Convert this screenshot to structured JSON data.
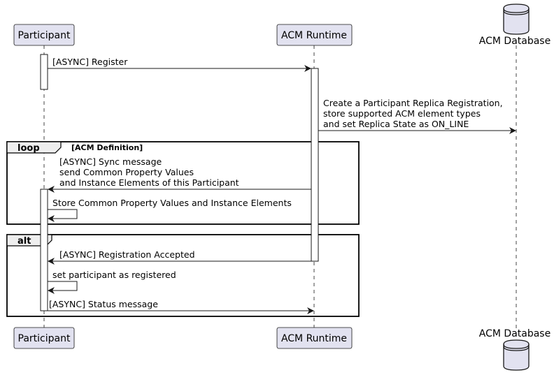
{
  "participants": {
    "participant": "Participant",
    "runtime": "ACM Runtime",
    "database": "ACM Database"
  },
  "messages": {
    "register": "[ASYNC] Register",
    "create_replica": [
      "Create a Participant Replica Registration,",
      " store supported ACM element types",
      " and set Replica State as ON_LINE"
    ],
    "sync": [
      "[ASYNC] Sync message",
      " send Common Property Values",
      " and Instance Elements of this Participant"
    ],
    "store": "Store Common Property Values and Instance Elements",
    "accepted": "[ASYNC] Registration Accepted",
    "set_registered": "set participant as registered",
    "status": "[ASYNC] Status message"
  },
  "fragments": {
    "loop": {
      "keyword": "loop",
      "guard": "[ACM Definition]"
    },
    "alt": {
      "keyword": "alt"
    }
  },
  "colors": {
    "participant_fill": "#E2E2F0",
    "participant_border": "#181818",
    "lifeline": "#181818",
    "arrow": "#181818",
    "fragment_header": "#EEEEEE"
  }
}
